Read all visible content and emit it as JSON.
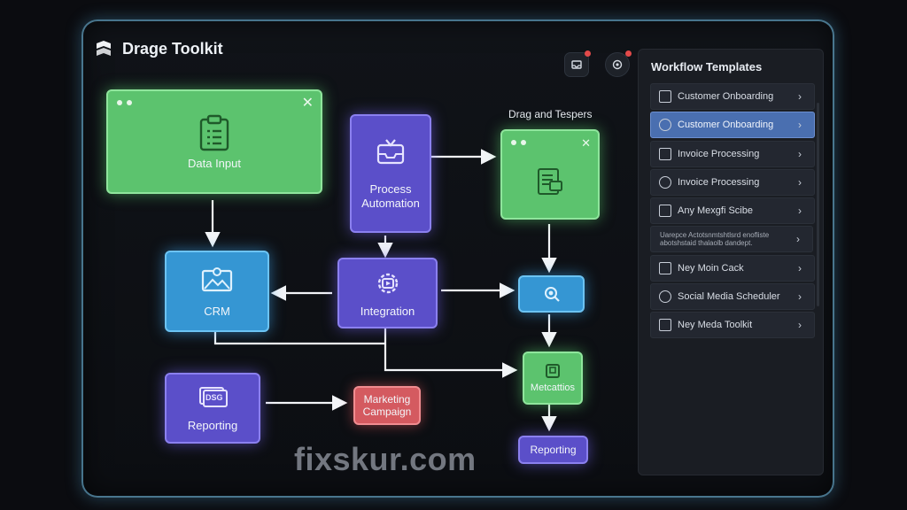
{
  "app": {
    "title": "Drage Toolkit"
  },
  "canvas": {
    "header_label": "Drag and Tespers",
    "nodes": {
      "data_input": "Data Input",
      "process_automation": "Process Automation",
      "crm": "CRM",
      "integration": "Integration",
      "reporting_left": "Reporting",
      "marketing_campaign": "Marketing Campaign",
      "metrics": "Metcattios",
      "reporting_bottom": "Reporting",
      "reporting_icon_text": "DSG"
    }
  },
  "templates_panel": {
    "title": "Workflow Templates",
    "items": [
      {
        "label": "Customer Onboarding",
        "icon": "checklist-icon",
        "selected": false
      },
      {
        "label": "Customer Onboarding",
        "icon": "people-icon",
        "selected": true
      },
      {
        "label": "Invoice Processing",
        "icon": "invoice-icon",
        "selected": false
      },
      {
        "label": "Invoice Processing",
        "icon": "users-icon",
        "selected": false
      },
      {
        "label": "Any Mexgfi Scibe",
        "icon": "clipboard-icon",
        "selected": false
      },
      {
        "label": "Uarepce Actotsnmtshtlsrd enofliste\nabotshstaid thalaolb dandept.",
        "icon": "",
        "selected": false,
        "description": true
      },
      {
        "label": "Ney Moin Cack",
        "icon": "cursor-icon",
        "selected": false
      },
      {
        "label": "Social Media Scheduler",
        "icon": "share-icon",
        "selected": false
      },
      {
        "label": "Ney Meda Toolkit",
        "icon": "clipboard-icon",
        "selected": false
      }
    ]
  },
  "watermark": "fixskur.com",
  "colors": {
    "green": "#5cc36e",
    "blue": "#3596d3",
    "purple": "#5b4fc9",
    "red": "#d45a60",
    "selected": "#4a6fb0"
  }
}
